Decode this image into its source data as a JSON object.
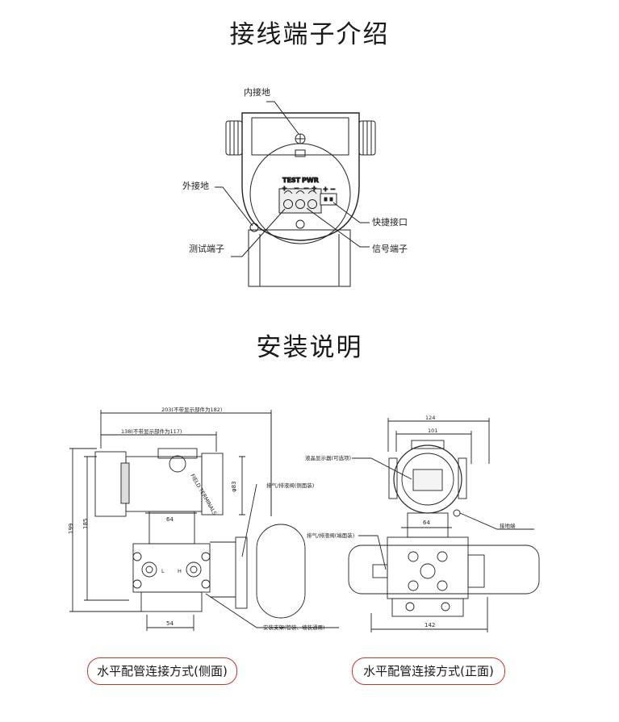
{
  "section_wiring": {
    "title": "接线端子介绍",
    "labels": {
      "inner_ground": "内接地",
      "outer_ground": "外接地",
      "test_terminal": "测试端子",
      "quick_connector": "快捷接口",
      "signal_terminal": "信号端子",
      "test": "TEST",
      "pwr": "PWR",
      "plus1": "+",
      "minus1": "−",
      "minus2": "−",
      "plus2": "+",
      "plus3": "+",
      "minus3": "−"
    }
  },
  "section_install": {
    "title": "安装说明",
    "side_view": {
      "dim_total": "203(不带显示部件为182)",
      "dim_partial": "138(不带显示部件为117)",
      "dim_phi": "φ83",
      "dim_height_outer": "199",
      "dim_height_inner": "185",
      "dim_flange": "64",
      "dim_bottom": "54",
      "label_vent_side": "排气/排液阀(侧面装)",
      "label_bracket": "安装支架(管装、墙装通用)",
      "label_field": "FIELD TERMINALS",
      "label_l": "L",
      "label_h": "H",
      "caption": "水平配管连接方式(侧面)"
    },
    "front_view": {
      "dim_top_outer": "124",
      "dim_top_inner": "101",
      "dim_flange": "64",
      "dim_bottom": "142",
      "label_lcd": "液晶显示器(可选项)",
      "label_vent_end": "排气/排液阀(端面装)",
      "label_ground": "接地端",
      "caption": "水平配管连接方式(正面)"
    }
  }
}
